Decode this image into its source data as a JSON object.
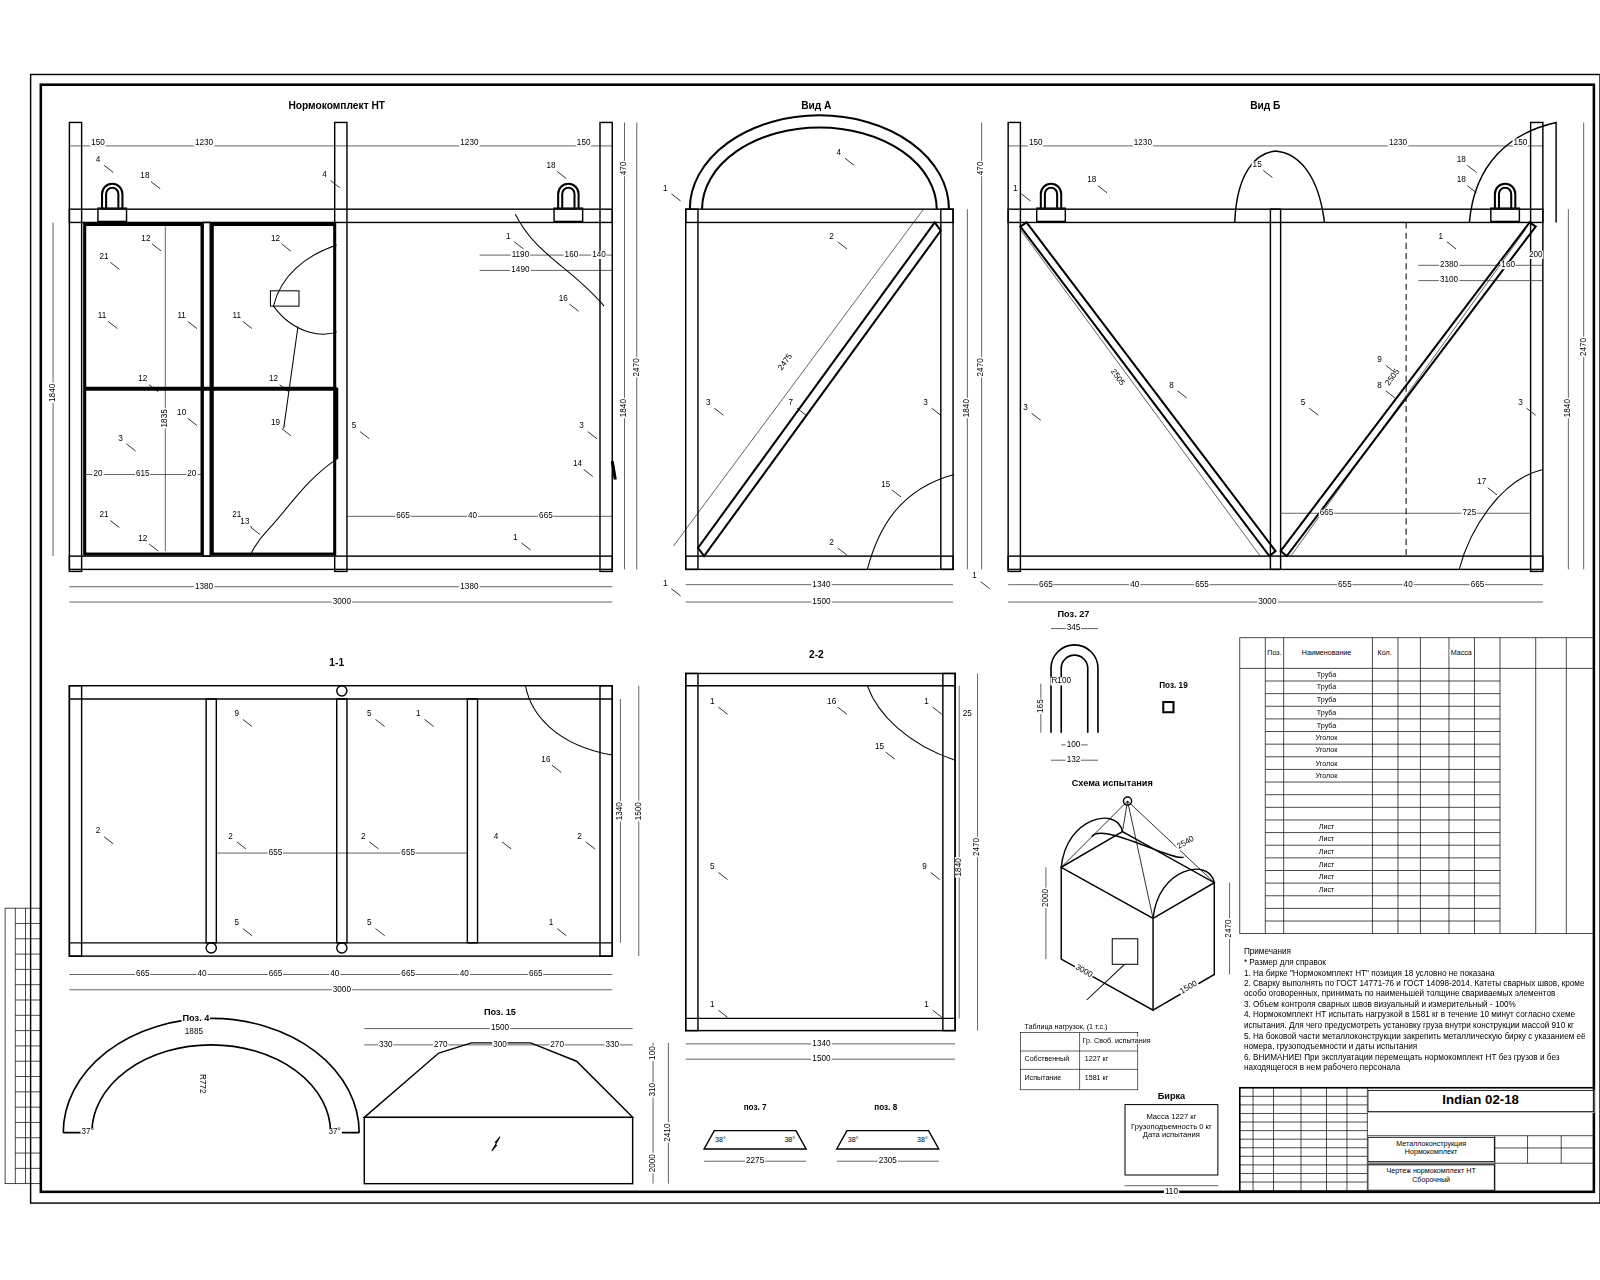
{
  "diagram": {
    "nodes": [
      {
        "text": [
          "Бирка",
          "Масса 1227 кг Грузоподъемность 0 кг Дата испытания"
        ]
      },
      {
        "text": [
          "Indian 02-18"
        ]
      },
      {
        "text": [
          "Металлоконструкция Нормокомплект"
        ]
      },
      {
        "text": [
          "Чертеж нормокомплект НТ Сборочный"
        ]
      }
    ],
    "labels": [
      "Нормокомплект НТ",
      "Вид А",
      "Вид Б",
      "1-1",
      "2-2",
      "Поз. 27",
      "Поз. 19",
      "Схема испытания",
      "Поз. 4",
      "Поз. 15",
      "поз. 7",
      "поз. 8",
      "150",
      "1230",
      "1230",
      "150",
      "470",
      "2470",
      "1840",
      "1840",
      "1835",
      "615",
      "20",
      "20",
      "1190",
      "160",
      "140",
      "1490",
      "665",
      "40",
      "665",
      "1380",
      "1380",
      "3000",
      "470",
      "2470",
      "1840",
      "2475",
      "1340",
      "1500",
      "150",
      "1230",
      "1230",
      "150",
      "2380",
      "160",
      "200",
      "3100",
      "2505",
      "2505",
      "665",
      "725",
      "2470",
      "1840",
      "665",
      "40",
      "655",
      "655",
      "40",
      "665",
      "3000",
      "665",
      "40",
      "665",
      "40",
      "665",
      "40",
      "665",
      "3000",
      "655",
      "655",
      "1340",
      "1500",
      "1340",
      "1500",
      "1840",
      "2470",
      "25",
      "345",
      "R100",
      "165",
      "100",
      "132",
      "2540",
      "2000",
      "2470",
      "3000",
      "1500",
      "1885",
      "R772",
      "37°",
      "37°",
      "1500",
      "330",
      "270",
      "300",
      "270",
      "330",
      "100",
      "310",
      "2410",
      "2000",
      "38°",
      "38°",
      "2275",
      "38°",
      "38°",
      "2305",
      "4",
      "18",
      "4",
      "18",
      "1",
      "12",
      "12",
      "11",
      "11",
      "11",
      "12",
      "12",
      "10",
      "19",
      "3",
      "5",
      "3",
      "16",
      "21",
      "21",
      "21",
      "12",
      "13",
      "1",
      "14",
      "1",
      "4",
      "2",
      "3",
      "7",
      "3",
      "15",
      "2",
      "1",
      "1",
      "1",
      "18",
      "15",
      "18",
      "18",
      "1",
      "3",
      "8",
      "9",
      "5",
      "8",
      "3",
      "17",
      "2",
      "2",
      "2",
      "4",
      "2",
      "9",
      "5",
      "1",
      "16",
      "5",
      "5",
      "1",
      "1",
      "16",
      "1",
      "15",
      "5",
      "9",
      "1",
      "1",
      "Примечания",
      "* Размер для справок",
      "1. На бирке \"Нормокомплект НТ\" позиция 18 условно не показана",
      "2. Сварку выполнять по ГОСТ 14771-76 и ГОСТ 14098-2014. Катеты сварных швов, кроме особо оговоренных, принимать по наименьшей толщине свариваемых элементов",
      "3. Объем контроля сварных швов визуальный и измерительный - 100%",
      "4. Нормокомплект НТ испытать нагрузкой в 1581 кг в течение 10 минут согласно схеме испытания. Для чего предусмотреть установку груза внутри конструкции массой 910 кг",
      "5. На боковой части металлоконструкции закрепить металлическую бирку с указанием её номера, грузоподъемности и даты испытания",
      "6. ВНИМАНИЕ! При эксплуатации перемещать нормокомплект НТ без грузов и без находящегося в нем рабочего персонала",
      "Таблица нагрузок, (1 т.с.)",
      "Гр. Своб. испытания",
      "Собственный",
      "1227 кг",
      "Испытание",
      "1581 кг",
      "110",
      "Поз.",
      "Наименование",
      "Кол.",
      "Масса",
      "Труба",
      "Труба",
      "Труба",
      "Труба",
      "Труба",
      "Уголок",
      "Уголок",
      "Уголок",
      "Уголок",
      "Лист",
      "Лист",
      "Лист",
      "Лист",
      "Лист",
      "Лист"
    ]
  }
}
